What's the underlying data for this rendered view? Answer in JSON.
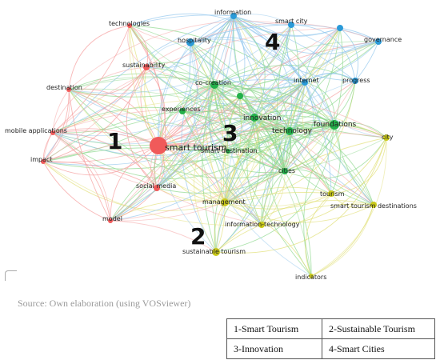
{
  "diagram": {
    "clusters": [
      {
        "id": "red",
        "color": "#f05a5a",
        "edge_color": "#f5a0a0"
      },
      {
        "id": "green",
        "color": "#23b04a",
        "edge_color": "#8fd88f"
      },
      {
        "id": "blue",
        "color": "#2a9ad8",
        "edge_color": "#94c8ee"
      },
      {
        "id": "yellow",
        "color": "#c9c91a",
        "edge_color": "#e2e07a"
      }
    ],
    "nodes": [
      {
        "id": "smart-tourism",
        "label": "smart tourism",
        "cluster": "red"
      },
      {
        "id": "sustainability",
        "label": "sustainability",
        "cluster": "red"
      },
      {
        "id": "technologies",
        "label": "technologies",
        "cluster": "red"
      },
      {
        "id": "destination",
        "label": "destination",
        "cluster": "red"
      },
      {
        "id": "mobile-applications",
        "label": "mobile applications",
        "cluster": "red"
      },
      {
        "id": "impact",
        "label": "impact",
        "cluster": "red"
      },
      {
        "id": "social-media",
        "label": "social media",
        "cluster": "red"
      },
      {
        "id": "model",
        "label": "model",
        "cluster": "red"
      },
      {
        "id": "hospitality",
        "label": "hospitality",
        "cluster": "blue"
      },
      {
        "id": "information",
        "label": "information",
        "cluster": "blue"
      },
      {
        "id": "smart-city",
        "label": "smart city",
        "cluster": "blue"
      },
      {
        "id": "governance",
        "label": "governance",
        "cluster": "blue"
      },
      {
        "id": "internet",
        "label": "internet",
        "cluster": "blue"
      },
      {
        "id": "progress",
        "label": "progress",
        "cluster": "blue"
      },
      {
        "id": "blue-unlabeled",
        "label": "",
        "cluster": "blue"
      },
      {
        "id": "co-creation",
        "label": "co-creation",
        "cluster": "green"
      },
      {
        "id": "experiences",
        "label": "experiences",
        "cluster": "green"
      },
      {
        "id": "innovation",
        "label": "innovation",
        "cluster": "green"
      },
      {
        "id": "technology",
        "label": "technology",
        "cluster": "green"
      },
      {
        "id": "foundations",
        "label": "foundations",
        "cluster": "green"
      },
      {
        "id": "smart-destination",
        "label": "smart destination",
        "cluster": "green"
      },
      {
        "id": "cities",
        "label": "cities",
        "cluster": "green"
      },
      {
        "id": "green-unlabeled",
        "label": "",
        "cluster": "green"
      },
      {
        "id": "city",
        "label": "city",
        "cluster": "yellow"
      },
      {
        "id": "management",
        "label": "management",
        "cluster": "yellow"
      },
      {
        "id": "tourism",
        "label": "tourism",
        "cluster": "yellow"
      },
      {
        "id": "smart-tourism-destinations",
        "label": "smart tourism destinations",
        "cluster": "yellow"
      },
      {
        "id": "information-technology",
        "label": "information-technology",
        "cluster": "yellow"
      },
      {
        "id": "sustainable-tourism",
        "label": "sustainable tourism",
        "cluster": "yellow"
      },
      {
        "id": "indicators",
        "label": "indicators",
        "cluster": "yellow"
      }
    ],
    "big_labels": [
      "1",
      "2",
      "3",
      "4"
    ]
  },
  "source_text": "Source: Own elaboration (using VOSviewer)",
  "legend": [
    [
      "1-Smart Tourism",
      "2-Sustainable Tourism"
    ],
    [
      "3-Innovation",
      "4-Smart Cities"
    ]
  ]
}
